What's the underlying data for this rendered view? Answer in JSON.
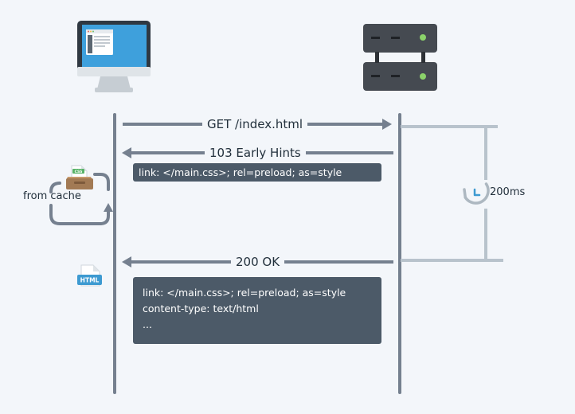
{
  "requests": {
    "get": "GET /index.html",
    "early_hints": "103 Early Hints",
    "ok": "200 OK"
  },
  "early_hints_headers": {
    "line1": "link: </main.css>; rel=preload; as=style"
  },
  "ok_headers": {
    "line1": "link: </main.css>; rel=preload; as=style",
    "line2": "content-type: text/html",
    "line3": "..."
  },
  "cache": {
    "label": "from cache",
    "badge": "CSS"
  },
  "html_file": {
    "label": "HTML"
  },
  "timer": {
    "label": "200ms"
  },
  "colors": {
    "line": "#75808f",
    "timeline_light": "#b8c3cc",
    "box": "#4c5a68",
    "screen": "#3ea0dc",
    "server": "#454a51",
    "server_led": "#8bd26a",
    "box_brown": "#a27a54",
    "css_green": "#58b368",
    "html_blue": "#3d9ad1"
  }
}
